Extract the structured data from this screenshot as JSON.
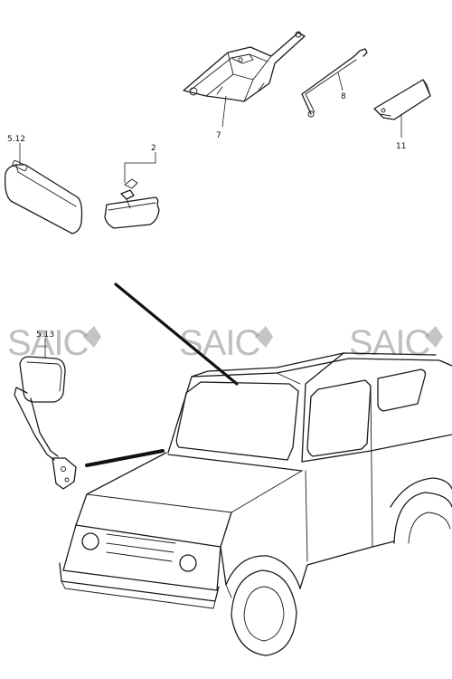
{
  "diagram": {
    "part_labels": {
      "sun_visor": "5.12",
      "rearview_mirror": "2",
      "jack": "7",
      "jack_handle": "8",
      "tool_bag": "11",
      "side_mirror": "5.13"
    },
    "watermark": {
      "text": "SAIC",
      "repeat": 3
    },
    "colors": {
      "ink": "#1a1a1a",
      "watermark": "#8a8a8a",
      "background": "#ffffff"
    }
  }
}
